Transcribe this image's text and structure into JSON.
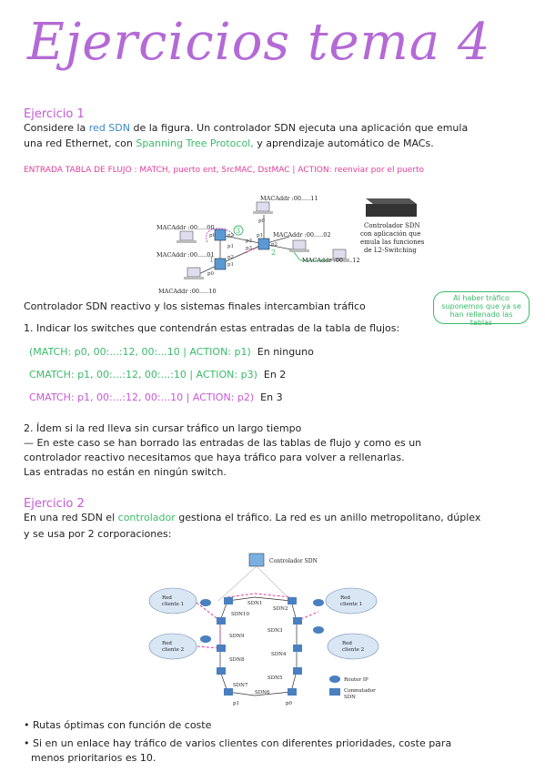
{
  "title": "Ejercicios tema 4",
  "ex1": {
    "heading": "Ejercicio 1",
    "l1": [
      "Considere la",
      "red SDN",
      "de la figura. Un controlador SDN ejecuta una aplicación que emula"
    ],
    "l2": [
      "una red Ethernet, con",
      "Spanning Tree Protocol,",
      "y aprendizaje automático de MACs."
    ],
    "entrada": "ENTRADA TABLA DE FLUJO : MATCH, puerto ent, SrcMAC, DstMAC | ACTION: reenviar por el puerto",
    "figure": {
      "mac11": "MACAddr :00.....11",
      "mac00": "MACAddr :00.....00",
      "mac01": "MACAddr :00.....01",
      "mac02": "MACAddr :00.....02",
      "mac12": "MACAddr :00.....12",
      "mac10": "MACAddr :00.....10",
      "controller": [
        "Controlador SDN",
        "con aplicación que",
        "emula las funciones",
        "de L2-Switching"
      ],
      "ports": [
        "p0",
        "p1",
        "p2",
        "p3",
        "p0",
        "p1",
        "p2",
        "p0",
        "p1",
        "p2",
        "p3"
      ],
      "numbers": [
        "3",
        "2",
        "1"
      ]
    },
    "reactive": "Controlador SDN reactivo y los sistemas finales intercambian tráfico",
    "note": "Al haber tráfico suponemos que ya se han rellenado las tablas",
    "q1": "1. Indicar los switches que contendrán estas entradas de la tabla de flujos:",
    "e1": [
      "(MATCH: p0, 00:...:12, 00:...10 | ACTION: p1)",
      "En ninguno"
    ],
    "e2": [
      "CMATCH: p1, 00:...:12, 00:...:10 | ACTION: p3)",
      "En 2"
    ],
    "e3": [
      "CMATCH: p1, 00:...:12, 00:...10 | ACTION: p2)",
      "En 3"
    ],
    "q2": "2. Ídem si la red lleva sin cursar tráfico un largo tiempo",
    "a2": [
      "— En este caso se han borrado las entradas de las tablas de flujo y como es un",
      "controlador reactivo necesitamos que haya tráfico para volver a rellenarlas.",
      "Las entradas no están en ningún switch."
    ]
  },
  "ex2": {
    "heading": "Ejercicio 2",
    "l1": [
      "En una red SDN el",
      "controlador",
      "gestiona el tráfico. La red es un anillo metropolitano, dúplex"
    ],
    "l2": "y se usa por 2 corporaciones:",
    "figure": {
      "controller": "Controlador SDN",
      "cloud1": [
        "Red",
        "cliente 1"
      ],
      "cloud2": [
        "Red",
        "cliente 2"
      ],
      "nodes": [
        "SDN1",
        "SDN2",
        "SDN3",
        "SDN4",
        "SDN5",
        "SDN6",
        "SDN7",
        "SDN8",
        "SDN9",
        "SDN10"
      ],
      "ports": [
        "p1",
        "p0"
      ],
      "legend": [
        "Router IP",
        "Conmutador",
        "SDN"
      ]
    },
    "bullets": [
      "Rutas óptimas con función de coste",
      "Si en un enlace hay tráfico de varios clientes con diferentes prioridades, coste para",
      "menos prioritarios es 10."
    ]
  },
  "colors": {
    "title": "#b46ad6",
    "pink": "#e0409a",
    "green": "#3cba6a",
    "purple": "#c65ad6",
    "blue": "#3a88c8"
  }
}
